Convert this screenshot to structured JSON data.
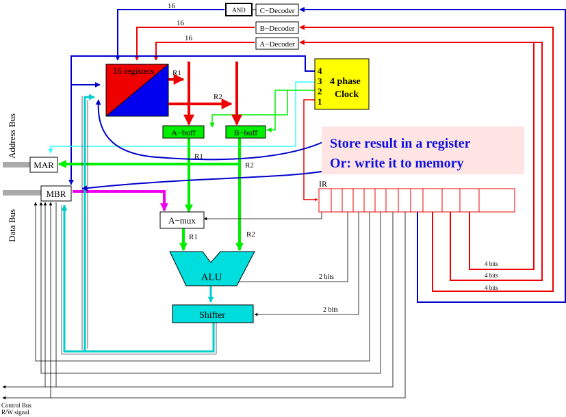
{
  "colors": {
    "red": "#ee0000",
    "blue": "#0000cc",
    "green": "#00ee00",
    "cyan": "#00cccc",
    "magenta": "#ee00ee",
    "yellow": "#ffff00",
    "light_cyan": "#66eeee",
    "note_bg": "#ffe4e4",
    "note_text": "#1010dd",
    "light_blue": "#33ffff"
  },
  "decoders": {
    "and_gate": "AND",
    "c": "C−Decoder",
    "b": "B−Decoder",
    "a": "A−Decoder"
  },
  "bus_widths": {
    "c": "16",
    "b": "16",
    "a": "16"
  },
  "registers": {
    "label": "16 registers",
    "r1": "R1",
    "r2": "R2"
  },
  "clock": {
    "phase4": "4",
    "phase3": "3",
    "phase2": "2",
    "phase1": "1",
    "label_line1": "4 phase",
    "label_line2": "Clock"
  },
  "buffers": {
    "a": "A−buff",
    "b": "B−buff",
    "r1": "R1",
    "r2": "R2"
  },
  "note": {
    "line1": "Store result in a register",
    "line2": "Or: write it to memory"
  },
  "side_labels": {
    "address_bus": "Address Bus",
    "data_bus": "Data Bus"
  },
  "boxes": {
    "mar": "MAR",
    "mbr": "MBR",
    "ir": "IR",
    "amux": "A−mux",
    "alu": "ALU",
    "shifter": "Shifter"
  },
  "mux_outputs": {
    "r1": "R1",
    "r2": "R2"
  },
  "control_bits": {
    "alu": "2 bits",
    "shifter": "2 bits"
  },
  "ir_fields": {
    "c": "4 bits",
    "b": "4 bits",
    "a": "4 bits"
  },
  "control_bus": {
    "line1": "Control Bus",
    "line2": "R/W signal"
  }
}
